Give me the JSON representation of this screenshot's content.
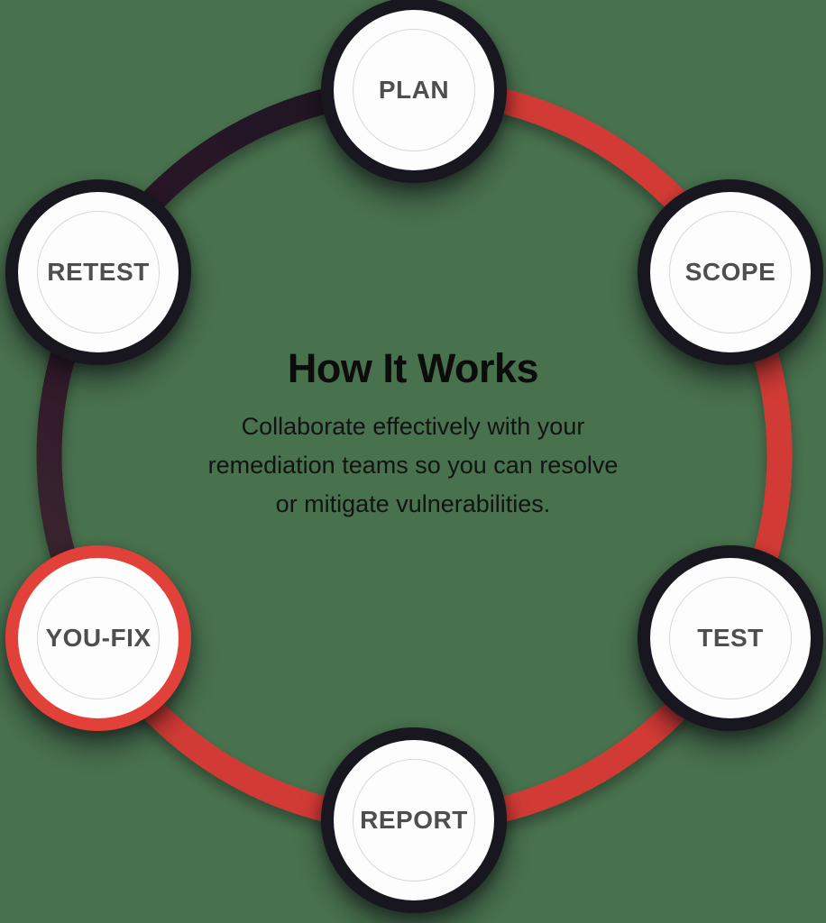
{
  "page": {
    "background_color": "#48714e"
  },
  "center": {
    "title": "How It Works",
    "body_lines": [
      "Collaborate effectively with your",
      "remediation teams so you can resolve",
      "or mitigate vulnerabilities."
    ]
  },
  "diagram": {
    "type": "cycle",
    "ring_colors": {
      "red_arc": "#d23b34",
      "dark_arc_start": "#3b2330",
      "dark_arc_end": "#211424"
    },
    "node_colors": {
      "dark_ring": "#18161f",
      "red_ring": "#e2413a",
      "fill": "#fdfdfe",
      "hairline": "#d8d8d8",
      "label": "#4e4e50"
    },
    "nodes": [
      {
        "label": "PLAN",
        "ring": "dark",
        "position": "top"
      },
      {
        "label": "SCOPE",
        "ring": "dark",
        "position": "upper-right"
      },
      {
        "label": "TEST",
        "ring": "dark",
        "position": "lower-right"
      },
      {
        "label": "REPORT",
        "ring": "dark",
        "position": "bottom"
      },
      {
        "label": "YOU-FIX",
        "ring": "red",
        "position": "lower-left"
      },
      {
        "label": "RETEST",
        "ring": "dark",
        "position": "upper-left"
      }
    ]
  }
}
